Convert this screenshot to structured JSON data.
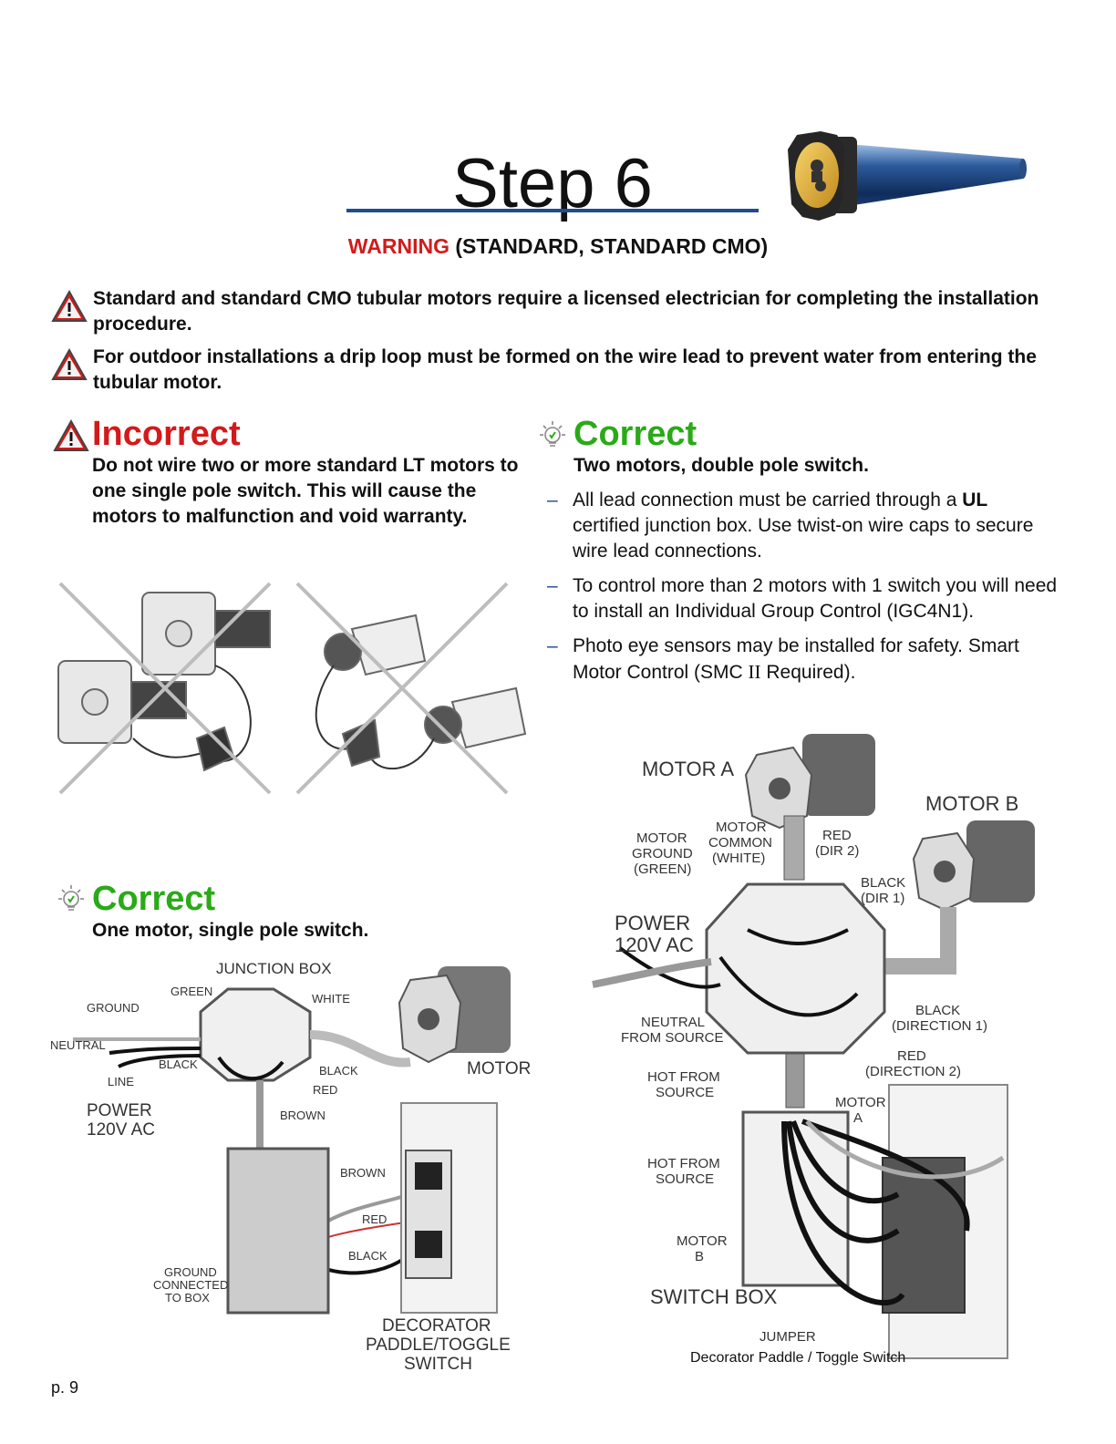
{
  "header": {
    "title": "Step 6",
    "warning_word": "WARNING",
    "warning_rest": " (STANDARD, STANDARD CMO)"
  },
  "warnings": [
    "Standard and standard CMO tubular motors require a licensed electrician for completing the installation procedure.",
    "For outdoor installations a drip loop must be formed on the wire lead to prevent water from entering the tubular motor."
  ],
  "incorrect": {
    "heading": "Incorrect",
    "text": "Do not wire two or more standard LT motors to one single pole switch. This will cause the motors to malfunction and void warranty."
  },
  "correct_two": {
    "heading": "Correct",
    "subheading": "Two motors, double pole switch.",
    "bullet_1_pre": "All lead connection must be carried through a ",
    "bullet_1_bold": "UL",
    "bullet_1_post": " certified junction box. Use twist-on wire caps to secure wire lead connections.",
    "bullet_2": "To control more than 2 motors with 1 switch you will need to install an Individual Group Control (IGC4N1).",
    "bullet_3_pre": "Photo eye sensors may be installed for safety. Smart Motor Control (SMC ",
    "bullet_3_roman": "II",
    "bullet_3_post": " Required)."
  },
  "correct_one": {
    "heading": "Correct",
    "subheading": "One motor, single pole switch."
  },
  "diagram_one": {
    "junction_box": "JUNCTION BOX",
    "green": "GREEN",
    "white": "WHITE",
    "ground": "GROUND",
    "neutral": "NEUTRAL",
    "line": "LINE",
    "black_1": "BLACK",
    "black_2": "BLACK",
    "red": "RED",
    "brown": "BROWN",
    "motor": "MOTOR",
    "power_1": "POWER",
    "power_2": "120V  AC",
    "sw_brown": "BROWN",
    "sw_red": "RED",
    "sw_black": "BLACK",
    "ground_box_1": "GROUND",
    "ground_box_2": "CONNECTED",
    "ground_box_3": "TO BOX",
    "decorator_1": "DECORATOR",
    "decorator_2": "PADDLE/TOGGLE",
    "decorator_3": "SWITCH"
  },
  "diagram_two": {
    "motor_a": "MOTOR  A",
    "motor_b": "MOTOR  B",
    "motor_ground_1": "MOTOR",
    "motor_ground_2": "GROUND",
    "motor_ground_3": "(GREEN)",
    "motor_common_1": "MOTOR",
    "motor_common_2": "COMMON",
    "motor_common_3": "(WHITE)",
    "red_dir2_1": "RED",
    "red_dir2_2": "(DIR  2)",
    "black_dir1_1": "BLACK",
    "black_dir1_2": "(DIR  1)",
    "power_1": "POWER",
    "power_2": "120V  AC",
    "neutral_1": "NEUTRAL",
    "neutral_2": "FROM  SOURCE",
    "black_direction_1": "BLACK",
    "black_direction_2": "(DIRECTION  1)",
    "red_direction_1": "RED",
    "red_direction_2": "(DIRECTION  2)",
    "hot_1a": "HOT  FROM",
    "hot_1b": "SOURCE",
    "motor_a_sw_1": "MOTOR",
    "motor_a_sw_2": "A",
    "hot_2a": "HOT  FROM",
    "hot_2b": "SOURCE",
    "motor_b_sw_1": "MOTOR",
    "motor_b_sw_2": "B",
    "switch_box": "SWITCH  BOX",
    "jumper": "JUMPER",
    "caption": "Decorator Paddle / Toggle Switch"
  },
  "footer": {
    "page": "p. 9"
  },
  "colors": {
    "accent_blue": "#1f4c8f",
    "warning_red": "#d31a1a",
    "correct_green": "#2aaa18"
  },
  "icons": [
    "warning-triangle-icon",
    "lightbulb-icon"
  ]
}
